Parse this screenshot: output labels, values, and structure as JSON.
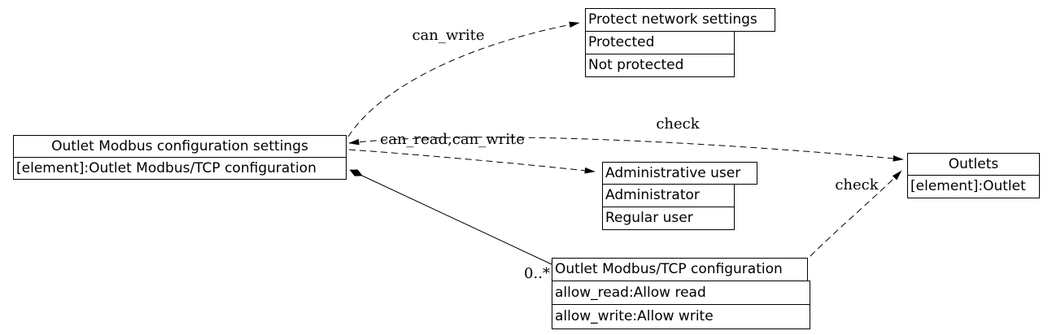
{
  "colors": {
    "background": "#ffffff",
    "line": "#000000",
    "text": "#000000"
  },
  "nodes": {
    "settings": {
      "title": "Outlet Modbus configuration settings",
      "rows": [
        "[element]:Outlet Modbus/TCP configuration"
      ]
    },
    "protect": {
      "title": "Protect network settings",
      "rows": [
        "Protected",
        "Not protected"
      ]
    },
    "admin": {
      "title": "Administrative user",
      "rows": [
        "Administrator",
        "Regular user"
      ]
    },
    "modbus": {
      "title": "Outlet Modbus/TCP configuration",
      "rows": [
        "allow_read:Allow read",
        "allow_write:Allow write"
      ]
    },
    "outlets": {
      "title": "Outlets",
      "rows": [
        "[element]:Outlet"
      ]
    }
  },
  "edge_labels": {
    "can_write": "can_write",
    "can_read_can_write": "can_read,can_write",
    "check_top": "check",
    "check_bottom": "check",
    "multiplicity": "0..*"
  }
}
